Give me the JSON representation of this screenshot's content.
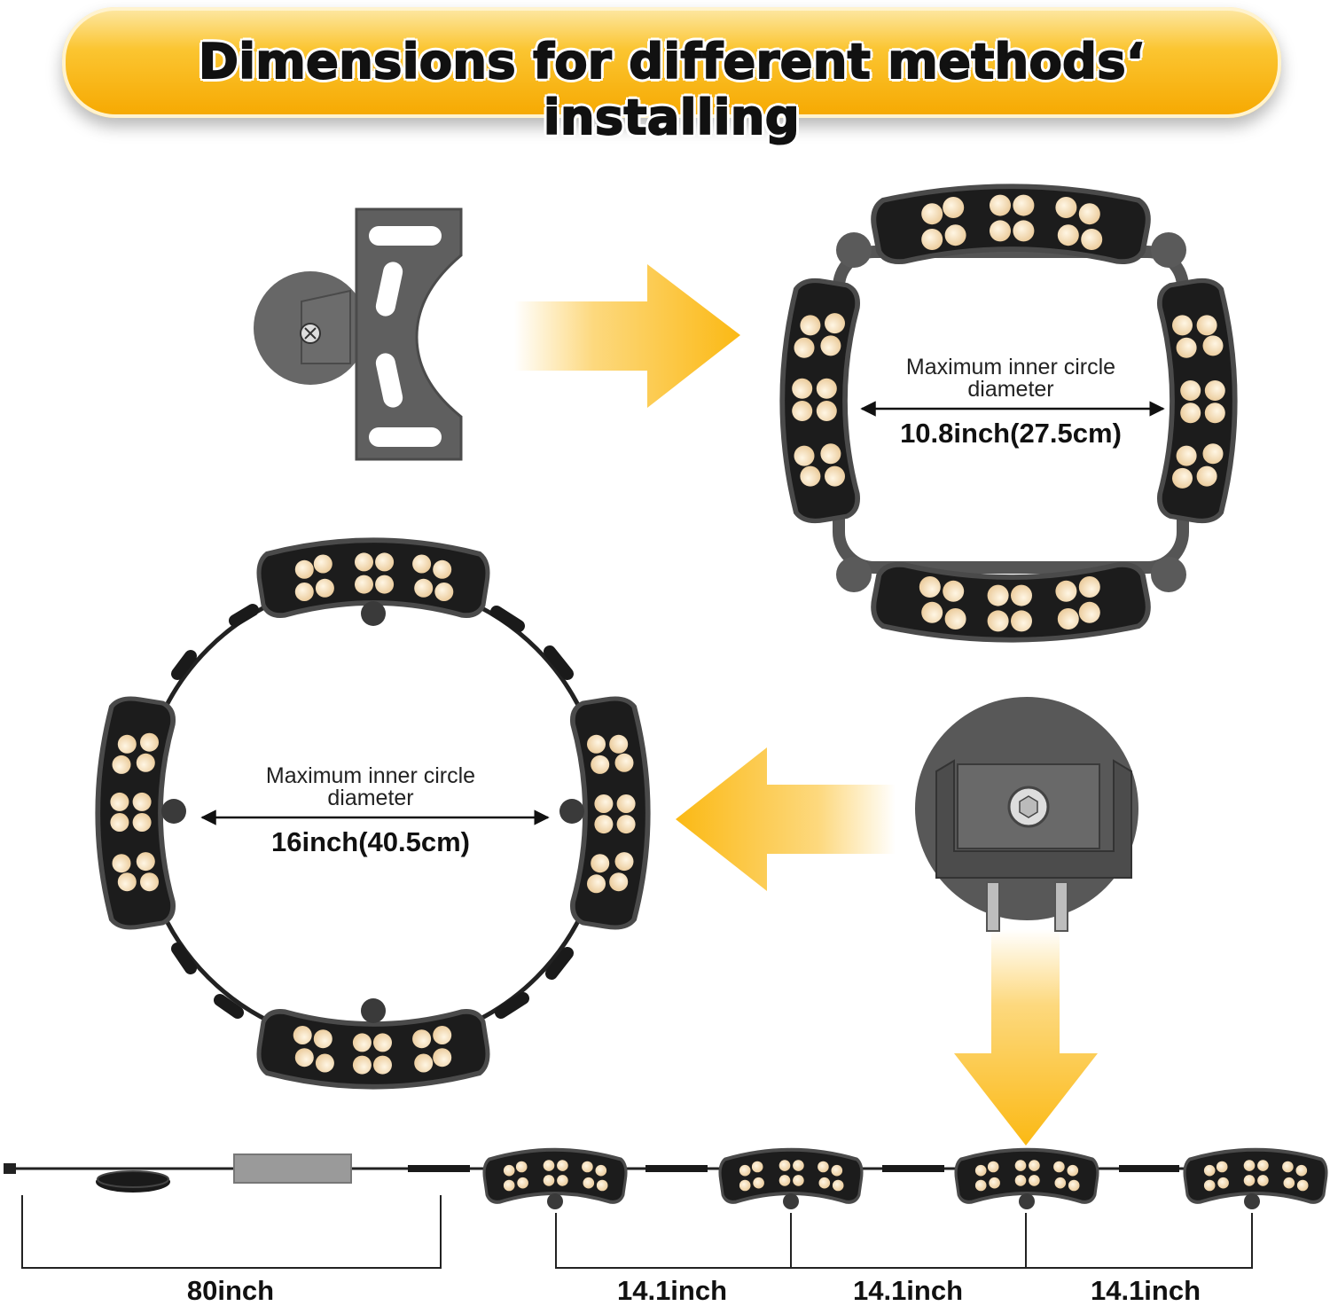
{
  "banner": {
    "title": "Dimensions for different methods‘ installing"
  },
  "square_ring": {
    "caption_line1": "Maximum inner circle",
    "caption_line2": "diameter",
    "measurement": "10.8inch(27.5cm)"
  },
  "round_ring": {
    "caption_line1": "Maximum inner circle",
    "caption_line2": "diameter",
    "measurement": "16inch(40.5cm)"
  },
  "linear_layout": {
    "cable_length": "80inch",
    "segment_1": "14.1inch",
    "segment_2": "14.1inch",
    "segment_3": "14.1inch"
  },
  "colors": {
    "banner": "#f6a800",
    "arrow": "#f9b90f",
    "lamp_body": "#1c1c1c",
    "led": "#f5dcb4",
    "bracket": "#5e5e5e"
  },
  "icons": [
    "bracket-plate-icon",
    "round-mount-bracket-icon",
    "direction-arrow-icon",
    "led-pod-icon",
    "power-plug-icon",
    "power-adapter-icon"
  ]
}
